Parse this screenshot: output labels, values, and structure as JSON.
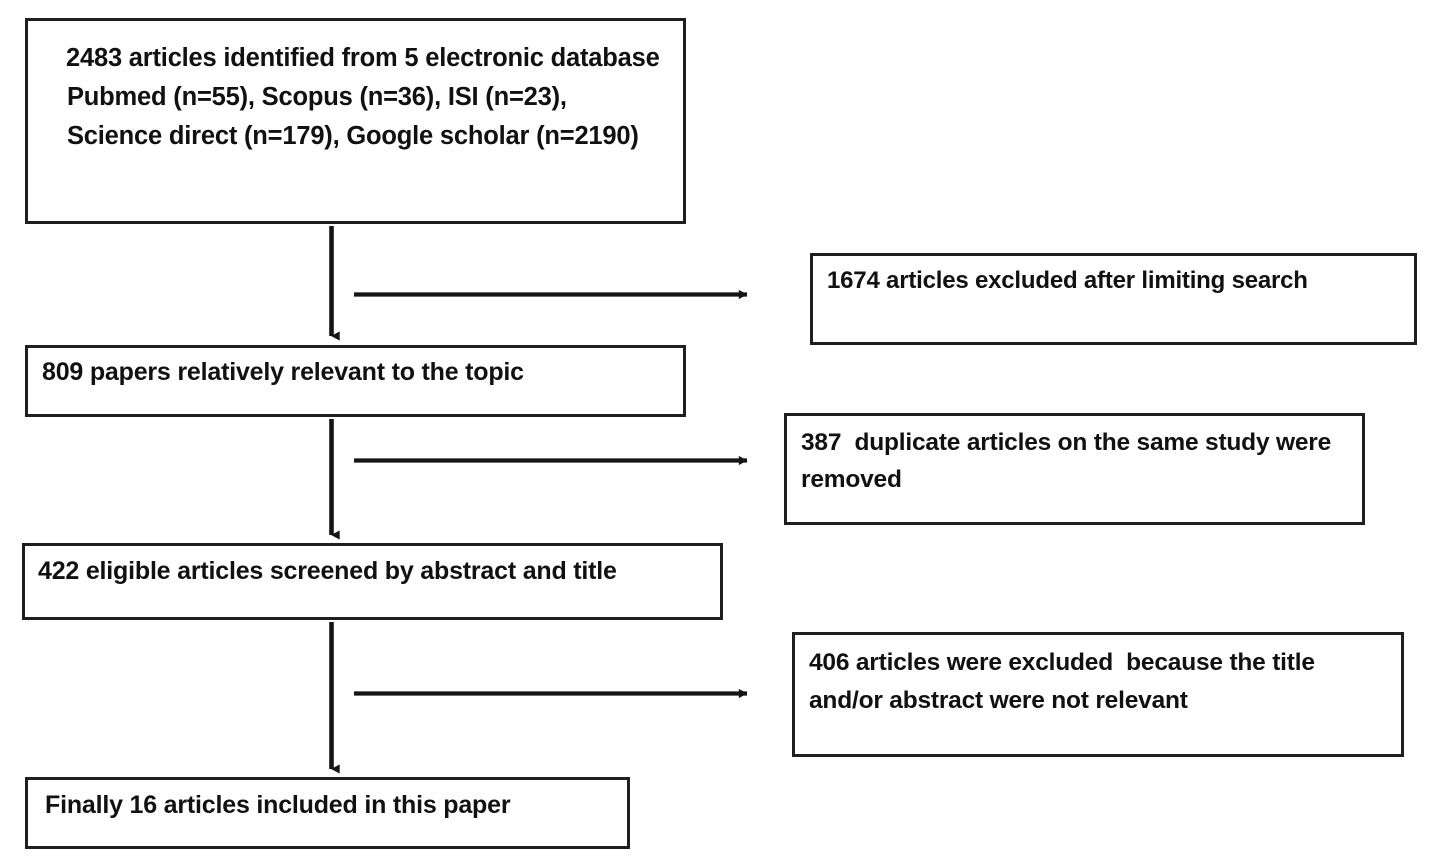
{
  "diagram": {
    "type": "prisma-flow-diagram",
    "title": "",
    "stroke_color": "#1f1f1f",
    "background_color": "#ffffff",
    "boxes": [
      {
        "id": "identified",
        "name": "records-identified-box",
        "text": "2483 articles identified from 5 electronic database Pubmed (n=55), Scopus (n=36), ISI (n=23), Science direct (n=179), Google scholar (n=2190)",
        "count": 2483,
        "sources": [
          {
            "label": "Pubmed",
            "n": 55
          },
          {
            "label": "Scopus",
            "n": 36
          },
          {
            "label": "ISI",
            "n": 23
          },
          {
            "label": "Science direct",
            "n": 179
          },
          {
            "label": "Google scholar",
            "n": 2190
          }
        ]
      },
      {
        "id": "excluded-limiting",
        "name": "excluded-after-limiting-box",
        "text": "1674 articles excluded after limiting search",
        "count": 1674
      },
      {
        "id": "relevant",
        "name": "relatively-relevant-box",
        "text": "809 papers relatively relevant to the topic",
        "count": 809
      },
      {
        "id": "duplicates",
        "name": "duplicates-removed-box",
        "text": "387  duplicate articles on the same study were removed",
        "count": 387
      },
      {
        "id": "screened",
        "name": "eligible-screened-box",
        "text": "422 eligible articles screened by abstract and title",
        "count": 422
      },
      {
        "id": "excluded-title",
        "name": "excluded-title-abstract-box",
        "text": "406 articles were excluded  because the title and/or abstract were not relevant",
        "count": 406
      },
      {
        "id": "included",
        "name": "final-included-box",
        "text": "Finally 16 articles included in this paper",
        "count": 16
      }
    ],
    "connectors": [
      {
        "id": "v1",
        "name": "arrow-identified-to-relevant",
        "direction": "down"
      },
      {
        "id": "h1",
        "name": "arrow-to-excluded-limiting",
        "direction": "right"
      },
      {
        "id": "v2",
        "name": "arrow-relevant-to-screened",
        "direction": "down"
      },
      {
        "id": "h2",
        "name": "arrow-to-duplicates-removed",
        "direction": "right"
      },
      {
        "id": "v3",
        "name": "arrow-screened-to-included",
        "direction": "down"
      },
      {
        "id": "h3",
        "name": "arrow-to-excluded-title",
        "direction": "right"
      }
    ]
  }
}
